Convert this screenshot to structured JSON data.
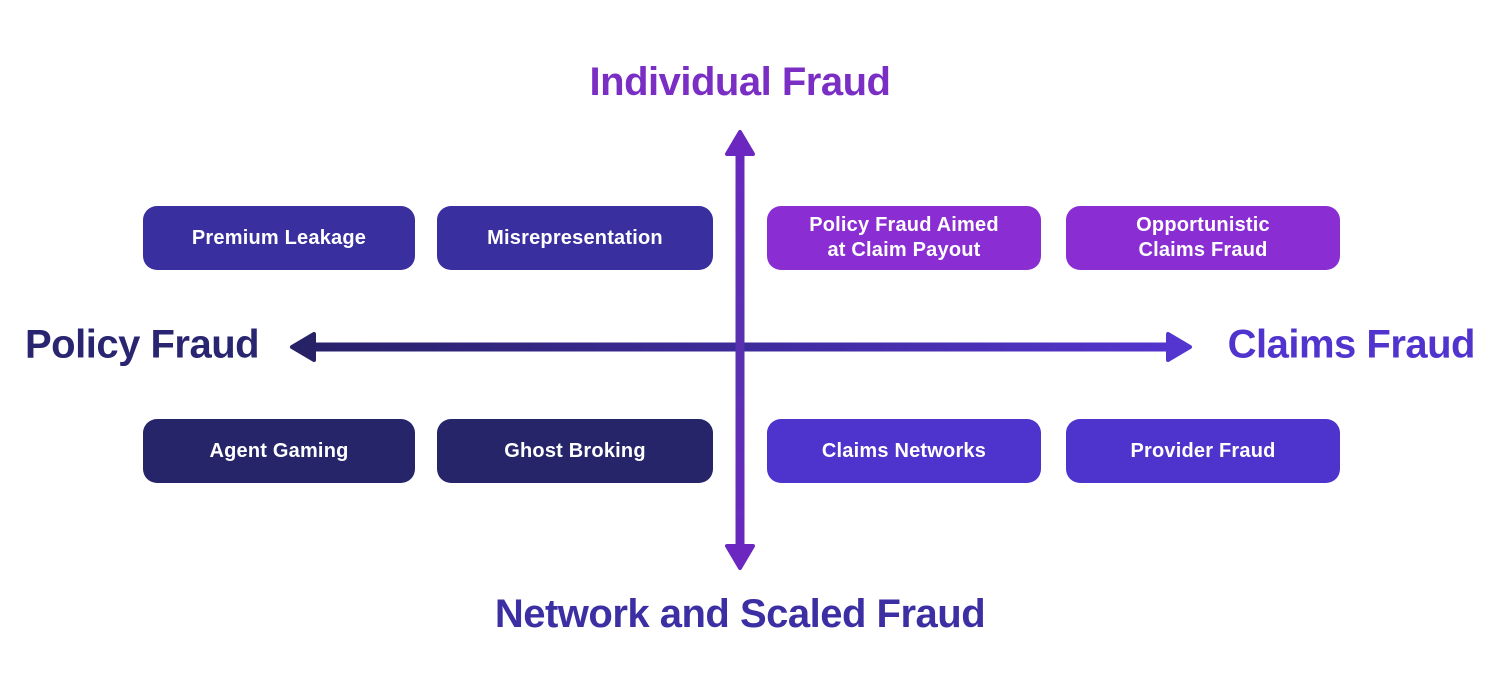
{
  "axes": {
    "top": {
      "label": "Individual Fraud",
      "color": "#7B2EC3"
    },
    "bottom": {
      "label": "Network and Scaled Fraud",
      "color": "#3B2FA3"
    },
    "left": {
      "label": "Policy Fraud",
      "color": "#2A2570"
    },
    "right": {
      "label": "Claims Fraud",
      "color": "#5134CE"
    }
  },
  "arrows": {
    "horizontal": {
      "left_color": "#272166",
      "right_color": "#5535D0"
    },
    "vertical": {
      "end_color": "#6B27C0",
      "mid_color": "#5731B0"
    }
  },
  "boxes": [
    {
      "label": "Premium Leakage",
      "quadrant": "top-left",
      "color": "#3A2F9F"
    },
    {
      "label": "Misrepresentation",
      "quadrant": "top-left",
      "color": "#3A2F9F"
    },
    {
      "label": "Policy Fraud Aimed\nat Claim Payout",
      "quadrant": "top-right",
      "color": "#8A2ED3"
    },
    {
      "label": "Opportunistic\nClaims Fraud",
      "quadrant": "top-right",
      "color": "#8A2ED3"
    },
    {
      "label": "Agent Gaming",
      "quadrant": "bottom-left",
      "color": "#262569"
    },
    {
      "label": "Ghost Broking",
      "quadrant": "bottom-left",
      "color": "#262569"
    },
    {
      "label": "Claims Networks",
      "quadrant": "bottom-right",
      "color": "#4F33CD"
    },
    {
      "label": "Provider Fraud",
      "quadrant": "bottom-right",
      "color": "#4F33CD"
    }
  ]
}
